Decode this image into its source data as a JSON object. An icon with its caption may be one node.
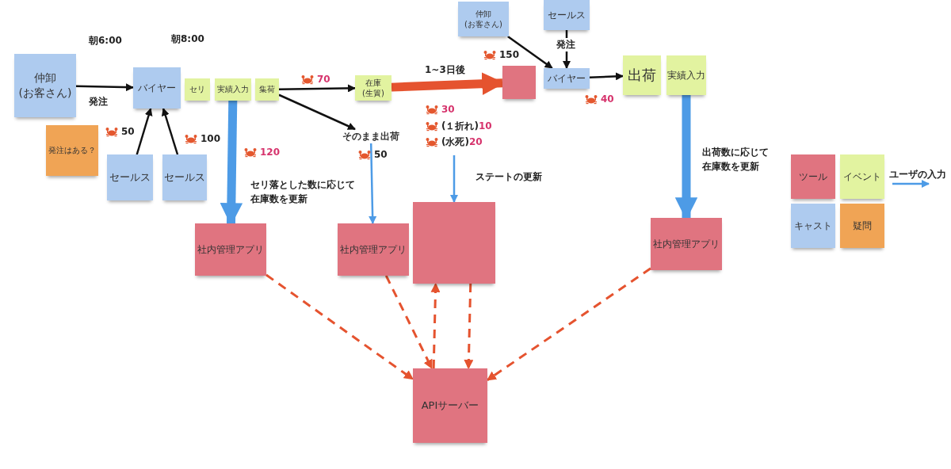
{
  "diagram": {
    "nodes": [
      {
        "text": [
          "仲卸 (お客さん)"
        ]
      },
      {
        "text": [
          "バイヤー"
        ]
      },
      {
        "text": [
          "セリ"
        ]
      },
      {
        "text": [
          "実績入力"
        ]
      },
      {
        "text": [
          "集荷"
        ]
      },
      {
        "text": [
          "発注はある？"
        ]
      },
      {
        "text": [
          "セールス"
        ]
      },
      {
        "text": [
          "セールス"
        ]
      },
      {
        "text": [
          "在庫 (生簀)"
        ]
      },
      {
        "text": [
          "そのまま出荷"
        ]
      },
      {
        "text": [
          "仲卸 (お客さん)"
        ]
      },
      {
        "text": [
          "セールス"
        ]
      },
      {
        "text": [],
        "shape": "box"
      },
      {
        "text": [
          "バイヤー"
        ]
      },
      {
        "text": [
          "出荷"
        ]
      },
      {
        "text": [
          "実績入力"
        ]
      },
      {
        "text": [
          "社内管理アプリ"
        ]
      },
      {
        "text": [
          "社内管理アプリ"
        ]
      },
      {
        "text": [],
        "shape": "box"
      },
      {
        "text": [
          "社内管理アプリ"
        ]
      },
      {
        "text": [
          "APIサーバー"
        ]
      }
    ],
    "edges": [
      {
        "from": 0,
        "to": 1,
        "arrow": "to",
        "label": "発注"
      },
      {
        "from": 6,
        "to": 1,
        "arrow": "to"
      },
      {
        "from": 7,
        "to": 1,
        "arrow": "to"
      },
      {
        "from": 3,
        "to": 16,
        "arrow": "to",
        "style": "thick",
        "color": "#4d9be6"
      },
      {
        "from": 4,
        "to": 8,
        "arrow": "to"
      },
      {
        "from": 4,
        "to": 9,
        "arrow": "to"
      },
      {
        "from": 9,
        "to": 17,
        "arrow": "to",
        "color": "#4d9be6"
      },
      {
        "from": 8,
        "to": 12,
        "arrow": "to",
        "label": "1~3日後",
        "style": "thick",
        "color": "#e5532f"
      },
      {
        "from": 10,
        "to": 13,
        "arrow": "to"
      },
      {
        "from": 11,
        "to": 13,
        "arrow": "to",
        "label": "発注"
      },
      {
        "from": 13,
        "to": 14,
        "arrow": "to"
      },
      {
        "from": null,
        "to": 18,
        "arrow": "to",
        "color": "#4d9be6"
      },
      {
        "from": 15,
        "to": 19,
        "arrow": "to",
        "style": "thick",
        "color": "#4d9be6"
      },
      {
        "from": 16,
        "to": 20,
        "arrow": "to",
        "style": "dashed",
        "color": "#e5532f"
      },
      {
        "from": 17,
        "to": 20,
        "arrow": "to",
        "style": "dashed",
        "color": "#e5532f"
      },
      {
        "from": 20,
        "to": 18,
        "arrow": "to",
        "style": "dashed",
        "color": "#e5532f"
      },
      {
        "from": 18,
        "to": 20,
        "arrow": "to",
        "style": "dashed",
        "color": "#e5532f"
      },
      {
        "from": 19,
        "to": 20,
        "arrow": "to",
        "style": "dashed",
        "color": "#e5532f"
      }
    ],
    "labels": [
      "朝6:00",
      "朝8:00",
      "50",
      "100",
      "120",
      "70",
      "50",
      "セリ落とした数に応じて在庫数を更新",
      "30",
      "(１折れ)10",
      "(水死)20",
      "ステートの更新",
      "150",
      "40",
      "出荷数に応じて在庫数を更新"
    ],
    "legend": [
      {
        "text": "ツール",
        "color": "#e07480"
      },
      {
        "text": "イベント",
        "color": "#e2f3a0"
      },
      {
        "text": "キャスト",
        "color": "#aecbef"
      },
      {
        "text": "疑問",
        "color": "#f0a455"
      },
      {
        "text": "ユーザの入力"
      }
    ]
  }
}
